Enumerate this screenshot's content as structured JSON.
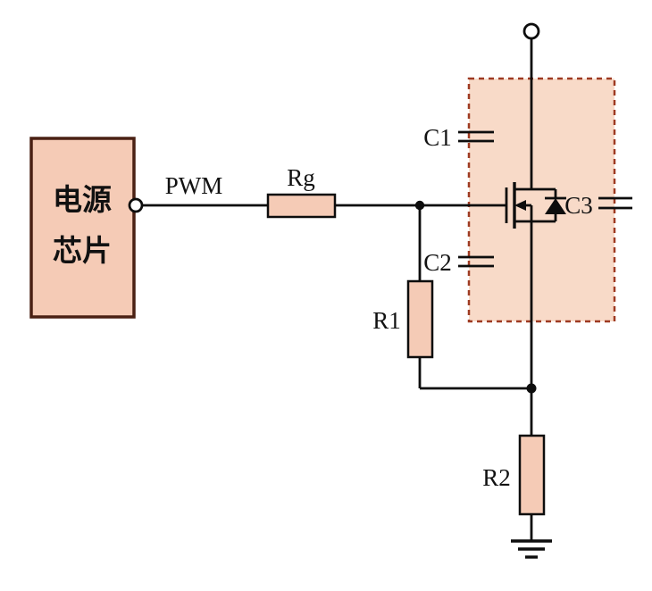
{
  "colors": {
    "component-fill": "#f5cbb6",
    "region-fill": "#f8dac8",
    "region-border": "#9e3a22",
    "chip-border": "#4a2013",
    "wire": "#0d0d0d",
    "text": "#111111"
  },
  "power_chip": {
    "line1": "电源",
    "line2": "芯片"
  },
  "labels": {
    "pwm": "PWM",
    "rg": "Rg",
    "r1": "R1",
    "r2": "R2",
    "c1": "C1",
    "c2": "C2",
    "c3": "C3"
  }
}
